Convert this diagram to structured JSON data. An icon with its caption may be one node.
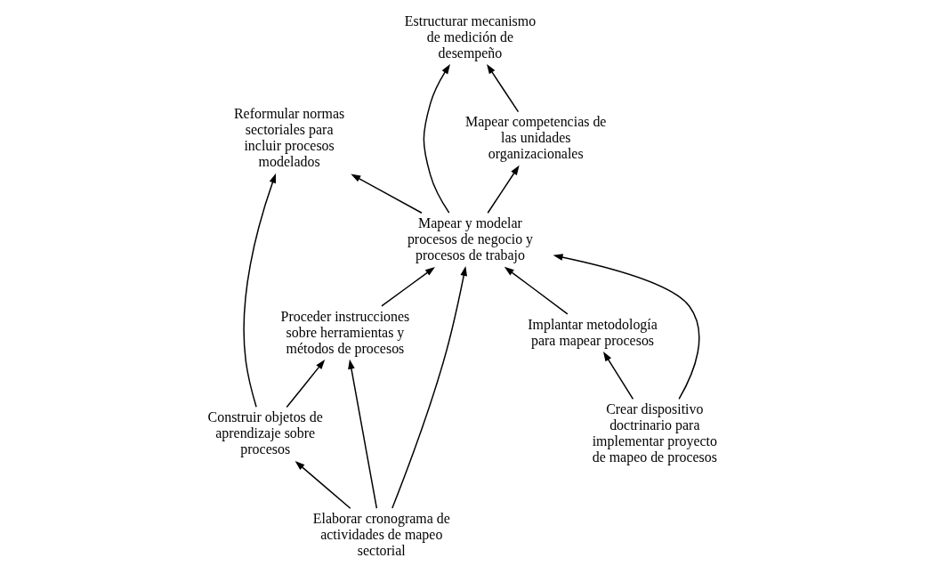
{
  "diagram": {
    "nodes": [
      {
        "text": [
          "Mapear competencias de las unidades organizacionales"
        ]
      },
      {
        "text": [
          "Estructurar mecanismo de medición de desempeño"
        ]
      },
      {
        "text": [
          "Reformular normas sectoriales para incluir procesos modelados"
        ]
      },
      {
        "text": [
          "Mapear y modelar procesos de negocio y procesos de trabajo"
        ]
      },
      {
        "text": [
          "Implantar metodología para mapear procesos"
        ]
      },
      {
        "text": [
          "Construir objetos de aprendizaje sobre procesos"
        ]
      },
      {
        "text": [
          "Crear dispositivo doctrinario para implementar proyecto de mapeo de procesos"
        ]
      },
      {
        "text": [
          "Proceder instrucciones sobre herramientas y métodos de procesos"
        ]
      },
      {
        "text": [
          "Elaborar cronograma de actividades de mapeo sectorial"
        ]
      }
    ],
    "edges": [
      {
        "from": 0,
        "to": 1,
        "arrow": "to"
      },
      {
        "from": 3,
        "to": 0,
        "arrow": "to"
      },
      {
        "from": 3,
        "to": 1,
        "arrow": "to"
      },
      {
        "from": 3,
        "to": 2,
        "arrow": "to"
      },
      {
        "from": 4,
        "to": 3,
        "arrow": "to"
      },
      {
        "from": 6,
        "to": 3,
        "arrow": "to"
      },
      {
        "from": 7,
        "to": 3,
        "arrow": "to"
      },
      {
        "from": 8,
        "to": 3,
        "arrow": "to"
      },
      {
        "from": 5,
        "to": 2,
        "arrow": "to"
      },
      {
        "from": 5,
        "to": 7,
        "arrow": "to"
      },
      {
        "from": 6,
        "to": 4,
        "arrow": "to"
      },
      {
        "from": 8,
        "to": 7,
        "arrow": "to"
      },
      {
        "from": 8,
        "to": 5,
        "arrow": "to"
      }
    ]
  }
}
